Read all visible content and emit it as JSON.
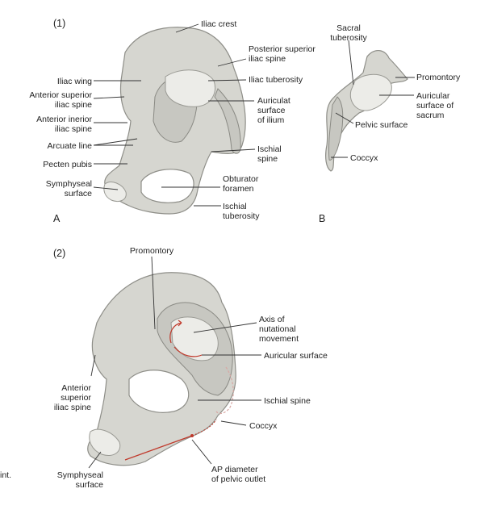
{
  "panel1": {
    "number": "(1)",
    "sub_a": "A",
    "sub_b": "B",
    "hip_labels": {
      "iliac_crest": "Iliac crest",
      "psis_1": "Posterior superior",
      "psis_2": "iliac spine",
      "iliac_tuberosity": "Iliac tuberosity",
      "auric_1": "Auriculat",
      "auric_2": "surface",
      "auric_3": "of ilium",
      "ischial_spine_1": "Ischial",
      "ischial_spine_2": "spine",
      "obturator_1": "Obturator",
      "obturator_2": "foramen",
      "ischial_tub_1": "Ischial",
      "ischial_tub_2": "tuberosity",
      "iliac_wing": "Iliac wing",
      "asis_1": "Anterior superior",
      "asis_2": "iliac spine",
      "aiis_1": "Anterior inerior",
      "aiis_2": "iliac spine",
      "arcuate": "Arcuate line",
      "pecten": "Pecten pubis",
      "symph_1": "Symphyseal",
      "symph_2": "surface"
    },
    "sacrum_labels": {
      "sacral_tub_1": "Sacral",
      "sacral_tub_2": "tuberosity",
      "promontory": "Promontory",
      "auric_1": "Auricular",
      "auric_2": "surface of",
      "auric_3": "sacrum",
      "pelvic_surface": "Pelvic surface",
      "coccyx": "Coccyx"
    }
  },
  "panel2": {
    "number": "(2)",
    "labels": {
      "promontory": "Promontory",
      "axis_1": "Axis of",
      "axis_2": "nutational",
      "axis_3": "movement",
      "auricular_surface": "Auricular surface",
      "asis_1": "Anterior",
      "asis_2": "superior",
      "asis_3": "iliac spine",
      "ischial_spine": "Ischial spine",
      "coccyx": "Coccyx",
      "symph_1": "Symphyseal",
      "symph_2": "surface",
      "ap_1": "AP diameter",
      "ap_2": "of pelvic outlet"
    },
    "accent_color": "#c0392b"
  },
  "margin_fragment": "int."
}
